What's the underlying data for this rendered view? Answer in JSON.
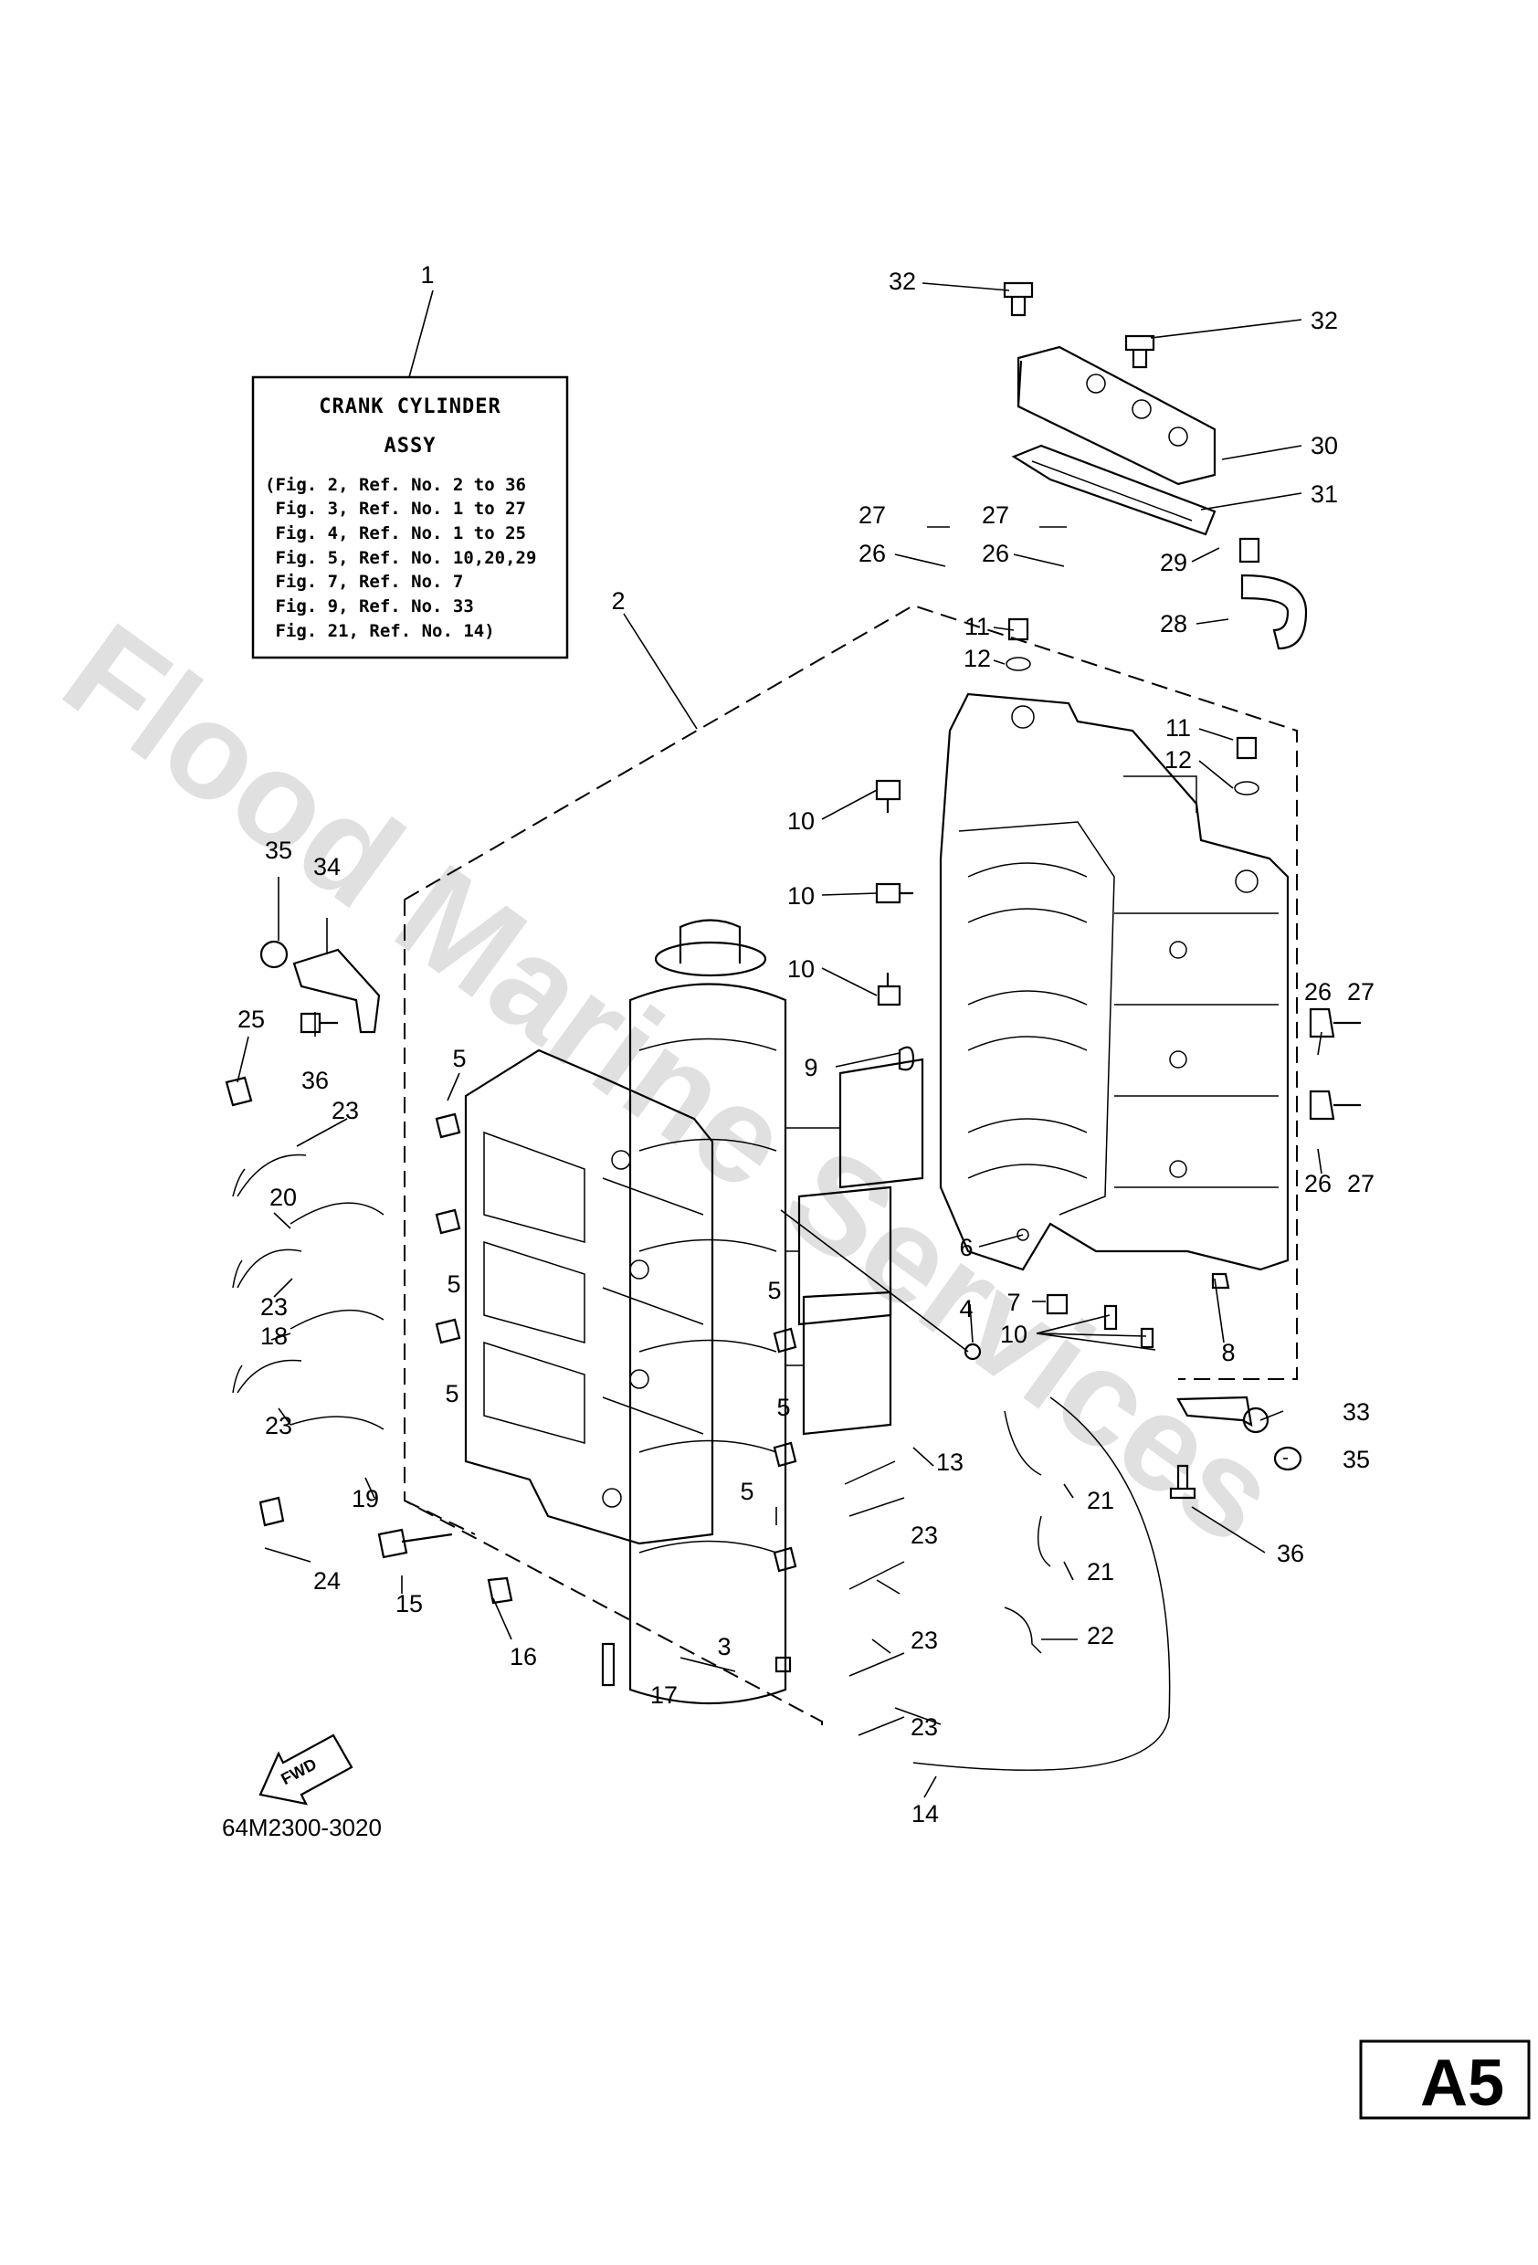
{
  "info_box": {
    "title_line1": "CRANK CYLINDER",
    "title_line2": "ASSY",
    "lines": [
      "(Fig. 2, Ref. No. 2 to 36",
      " Fig. 3, Ref. No. 1 to 27",
      " Fig. 4, Ref. No. 1 to 25",
      " Fig. 5, Ref. No. 10,20,29",
      " Fig. 7, Ref. No. 7",
      " Fig. 9, Ref. No. 33",
      " Fig. 21, Ref. No. 14)"
    ]
  },
  "watermark": "Flood Marine Services",
  "fwd_label": "FWD",
  "diagram_code": "64M2300-3020",
  "page_label": "A5",
  "callouts": [
    {
      "id": "c1",
      "text": "1"
    },
    {
      "id": "c2",
      "text": "2"
    },
    {
      "id": "c32a",
      "text": "32"
    },
    {
      "id": "c32b",
      "text": "32"
    },
    {
      "id": "c30",
      "text": "30"
    },
    {
      "id": "c31",
      "text": "31"
    },
    {
      "id": "c27a",
      "text": "27"
    },
    {
      "id": "c27b",
      "text": "27"
    },
    {
      "id": "c26a",
      "text": "26"
    },
    {
      "id": "c26b",
      "text": "26"
    },
    {
      "id": "c29",
      "text": "29"
    },
    {
      "id": "c28",
      "text": "28"
    },
    {
      "id": "c11a",
      "text": "11"
    },
    {
      "id": "c12a",
      "text": "12"
    },
    {
      "id": "c11b",
      "text": "11"
    },
    {
      "id": "c12b",
      "text": "12"
    },
    {
      "id": "c10a",
      "text": "10"
    },
    {
      "id": "c10b",
      "text": "10"
    },
    {
      "id": "c10c",
      "text": "10"
    },
    {
      "id": "c35a",
      "text": "35"
    },
    {
      "id": "c34",
      "text": "34"
    },
    {
      "id": "c25",
      "text": "25"
    },
    {
      "id": "c36a",
      "text": "36"
    },
    {
      "id": "c5a",
      "text": "5"
    },
    {
      "id": "c23a",
      "text": "23"
    },
    {
      "id": "c9",
      "text": "9"
    },
    {
      "id": "c26c",
      "text": "26"
    },
    {
      "id": "c27c",
      "text": "27"
    },
    {
      "id": "c26d",
      "text": "26"
    },
    {
      "id": "c27d",
      "text": "27"
    },
    {
      "id": "c20",
      "text": "20"
    },
    {
      "id": "c6",
      "text": "6"
    },
    {
      "id": "c23b",
      "text": "23"
    },
    {
      "id": "c5b",
      "text": "5"
    },
    {
      "id": "c18",
      "text": "18"
    },
    {
      "id": "c7",
      "text": "7"
    },
    {
      "id": "c4",
      "text": "4"
    },
    {
      "id": "c5c",
      "text": "5"
    },
    {
      "id": "c10d",
      "text": "10"
    },
    {
      "id": "c8",
      "text": "8"
    },
    {
      "id": "c5d",
      "text": "5"
    },
    {
      "id": "c23c",
      "text": "23"
    },
    {
      "id": "c5e",
      "text": "5"
    },
    {
      "id": "c33",
      "text": "33"
    },
    {
      "id": "c13",
      "text": "13"
    },
    {
      "id": "c35b",
      "text": "35"
    },
    {
      "id": "c19",
      "text": "19"
    },
    {
      "id": "c21a",
      "text": "21"
    },
    {
      "id": "c5f",
      "text": "5"
    },
    {
      "id": "c23d",
      "text": "23"
    },
    {
      "id": "c36b",
      "text": "36"
    },
    {
      "id": "c24",
      "text": "24"
    },
    {
      "id": "c21b",
      "text": "21"
    },
    {
      "id": "c15",
      "text": "15"
    },
    {
      "id": "c23e",
      "text": "23"
    },
    {
      "id": "c22",
      "text": "22"
    },
    {
      "id": "c16",
      "text": "16"
    },
    {
      "id": "c3",
      "text": "3"
    },
    {
      "id": "c17",
      "text": "17"
    },
    {
      "id": "c23f",
      "text": "23"
    },
    {
      "id": "c14",
      "text": "14"
    }
  ]
}
